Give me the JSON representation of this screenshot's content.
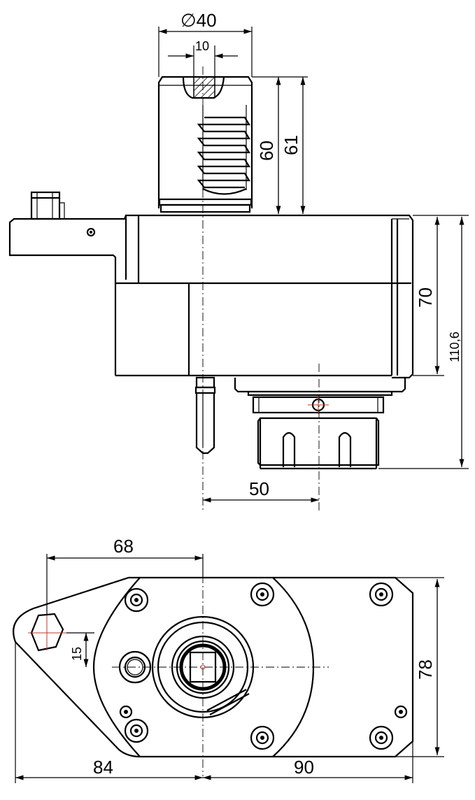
{
  "dimensions": {
    "shank_diameter": "∅40",
    "keyway_width": "10",
    "height_60": "60",
    "height_61": "61",
    "height_70": "70",
    "height_110_6": "110,6",
    "offset_50": "50",
    "offset_68": "68",
    "offset_15": "15",
    "width_78": "78",
    "length_84": "84",
    "length_90": "90"
  },
  "colors": {
    "line": "#000000",
    "background": "#ffffff",
    "center_mark": "#c0392b"
  }
}
